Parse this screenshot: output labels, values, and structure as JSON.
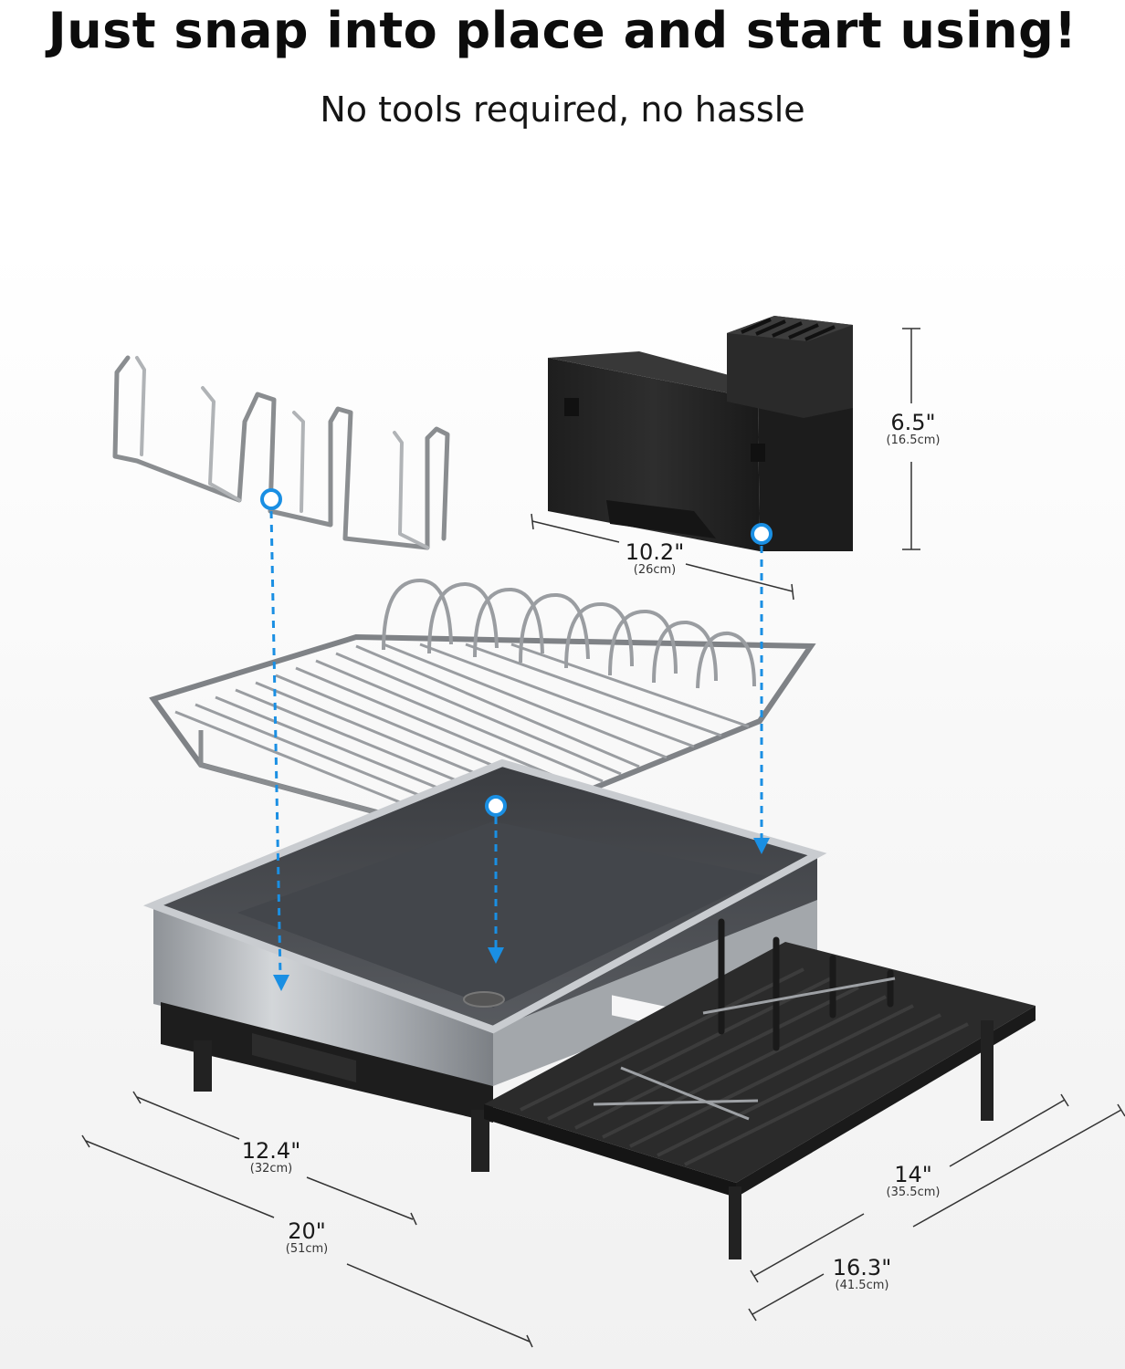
{
  "headline": "Just snap into place and start using!",
  "subheadline": "No tools required, no hassle",
  "dimensions": {
    "caddy_height": {
      "inch": "6.5\"",
      "cm": "(16.5cm)"
    },
    "caddy_width": {
      "inch": "10.2\"",
      "cm": "(26cm)"
    },
    "base_depth": {
      "inch": "12.4\"",
      "cm": "(32cm)"
    },
    "total_width": {
      "inch": "20\"",
      "cm": "(51cm)"
    },
    "tray_depth": {
      "inch": "14\"",
      "cm": "(35.5cm)"
    },
    "total_depth": {
      "inch": "16.3\"",
      "cm": "(41.5cm)"
    }
  },
  "colors": {
    "accent_arrow": "#1a8fe3",
    "caddy": "#262626",
    "steel": "#b8bcc0",
    "tray": "#2a2a2a"
  }
}
